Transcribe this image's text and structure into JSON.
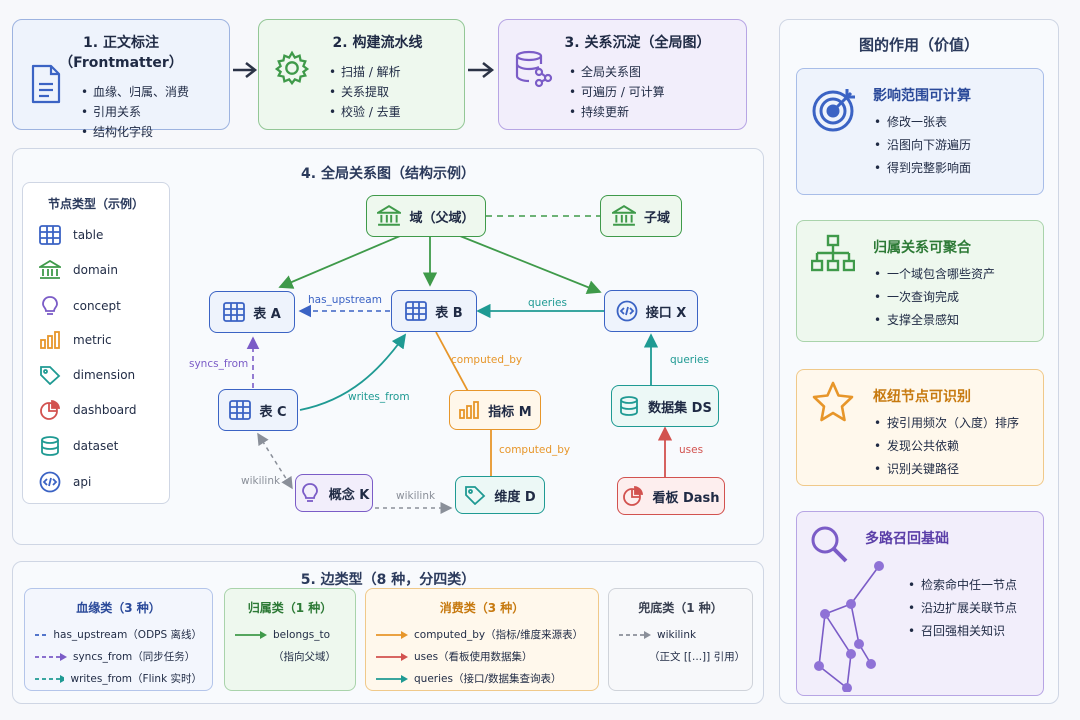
{
  "steps": [
    {
      "title": "1. 正文标注（Frontmatter）",
      "items": [
        "血缘、归属、消费",
        "引用关系",
        "结构化字段"
      ]
    },
    {
      "title": "2. 构建流水线",
      "items": [
        "扫描 / 解析",
        "关系提取",
        "校验 / 去重"
      ]
    },
    {
      "title": "3. 关系沉淀（全局图）",
      "items": [
        "全局关系图",
        "可遍历 / 可计算",
        "持续更新"
      ]
    }
  ],
  "graph": {
    "title": "4. 全局关系图（结构示例）",
    "legend_title": "节点类型（示例）",
    "legend": [
      {
        "icon": "table-icon",
        "label": "table"
      },
      {
        "icon": "domain-icon",
        "label": "domain"
      },
      {
        "icon": "concept-icon",
        "label": "concept"
      },
      {
        "icon": "metric-icon",
        "label": "metric"
      },
      {
        "icon": "dimension-icon",
        "label": "dimension"
      },
      {
        "icon": "dashboard-icon",
        "label": "dashboard"
      },
      {
        "icon": "dataset-icon",
        "label": "dataset"
      },
      {
        "icon": "api-icon",
        "label": "api"
      }
    ],
    "nodes": {
      "domain": "域（父域）",
      "subdomain": "子域",
      "table_a": "表 A",
      "table_b": "表 B",
      "table_c": "表 C",
      "api_x": "接口 X",
      "metric_m": "指标 M",
      "dataset_ds": "数据集 DS",
      "concept_k": "概念 K",
      "dimension_d": "维度 D",
      "dashboard": "看板 Dash"
    },
    "edges": {
      "has_upstream": "has_upstream",
      "syncs_from": "syncs_from",
      "writes_from": "writes_from",
      "queries_bx": "queries",
      "queries_xds": "queries",
      "computed_by_bm": "computed_by",
      "computed_by_md": "computed_by",
      "uses": "uses",
      "wikilink_ck": "wikilink",
      "wikilink_kd": "wikilink"
    }
  },
  "edge_types": {
    "title": "5. 边类型（8 种，分四类）",
    "categories": [
      {
        "title": "血缘类（3 种）",
        "rows": [
          "has_upstream（ODPS 离线）",
          "syncs_from（同步任务）",
          "writes_from（Flink 实时）"
        ]
      },
      {
        "title": "归属类（1 种）",
        "rows": [
          "belongs_to",
          "（指向父域）"
        ]
      },
      {
        "title": "消费类（3 种）",
        "rows": [
          "computed_by（指标/维度来源表）",
          "uses（看板使用数据集）",
          "queries（接口/数据集查询表）"
        ]
      },
      {
        "title": "兜底类（1 种）",
        "rows": [
          "wikilink",
          "（正文 [[...]] 引用）"
        ]
      }
    ]
  },
  "value": {
    "title": "图的作用（价值）",
    "cards": [
      {
        "title": "影响范围可计算",
        "items": [
          "修改一张表",
          "沿图向下游遍历",
          "得到完整影响面"
        ]
      },
      {
        "title": "归属关系可聚合",
        "items": [
          "一个域包含哪些资产",
          "一次查询完成",
          "支撑全景感知"
        ]
      },
      {
        "title": "枢纽节点可识别",
        "items": [
          "按引用频次（入度）排序",
          "发现公共依赖",
          "识别关键路径"
        ]
      },
      {
        "title": "多路召回基础",
        "items": [
          "检索命中任一节点",
          "沿边扩展关联节点",
          "召回强相关知识"
        ]
      }
    ]
  },
  "colors": {
    "blue": "#3b63c4",
    "green": "#3f9a4a",
    "purple": "#7b5cc7",
    "orange": "#e7962a",
    "red": "#d2524f",
    "teal": "#1f9a93",
    "gray": "#8a8f99"
  }
}
